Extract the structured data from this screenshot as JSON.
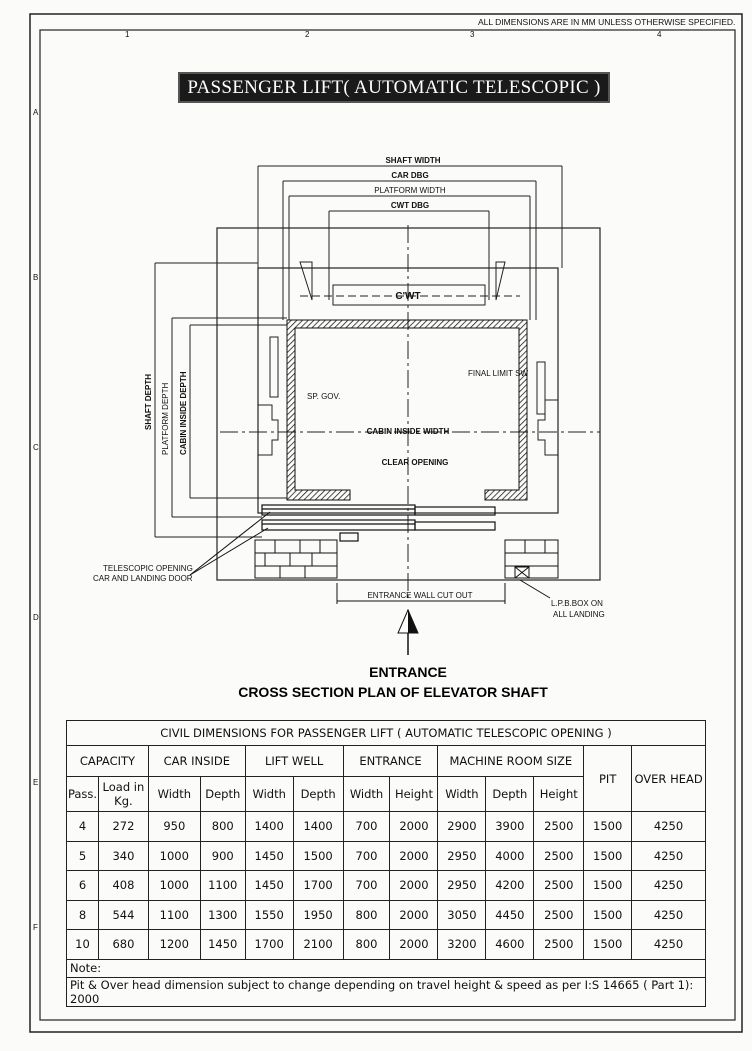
{
  "header_note": "ALL DIMENSIONS ARE IN MM UNLESS OTHERWISE SPECIFIED.",
  "title": "PASSENGER LIFT( AUTOMATIC TELESCOPIC )",
  "grid": {
    "columns": [
      "1",
      "2",
      "3",
      "4"
    ],
    "rows": [
      "A",
      "B",
      "C",
      "D",
      "E",
      "F"
    ]
  },
  "drawing": {
    "shaft_width": "SHAFT WIDTH",
    "car_dbg": "CAR DBG",
    "platform_width": "PLATFORM WIDTH",
    "cwt_dbg": "CWT DBG",
    "cwt": "C'WT",
    "shaft_depth": "SHAFT DEPTH",
    "platform_depth": "PLATFORM DEPTH",
    "cabin_inside_depth": "CABIN INSIDE DEPTH",
    "sp_gov": "SP. GOV.",
    "final_limit_sw": "FINAL LIMIT SW",
    "cabin_inside_width": "CABIN INSIDE WIDTH",
    "clear_opening": "CLEAR OPENING",
    "telescopic_1": "TELESCOPIC OPENING",
    "telescopic_2": "CAR AND LANDING DOOR",
    "entrance_wall_cut_out": "ENTRANCE WALL CUT OUT",
    "lpb_1": "L.P.B.BOX ON",
    "lpb_2": "ALL LANDING",
    "entrance": "ENTRANCE",
    "caption": "CROSS SECTION PLAN OF ELEVATOR SHAFT"
  },
  "table": {
    "title": "CIVIL DIMENSIONS FOR  PASSENGER LIFT ( AUTOMATIC TELESCOPIC OPENING )",
    "groups": {
      "capacity": "CAPACITY",
      "car_inside": "CAR INSIDE",
      "lift_well": "LIFT WELL",
      "entrance": "ENTRANCE",
      "machine_room": "MACHINE ROOM SIZE",
      "pit": "PIT",
      "over_head": "OVER HEAD"
    },
    "sub": {
      "pass": "Pass.",
      "load": "Load in Kg.",
      "width": "Width",
      "depth": "Depth",
      "height": "Height"
    },
    "rows": [
      [
        "4",
        "272",
        "950",
        "800",
        "1400",
        "1400",
        "700",
        "2000",
        "2900",
        "3900",
        "2500",
        "1500",
        "4250"
      ],
      [
        "5",
        "340",
        "1000",
        "900",
        "1450",
        "1500",
        "700",
        "2000",
        "2950",
        "4000",
        "2500",
        "1500",
        "4250"
      ],
      [
        "6",
        "408",
        "1000",
        "1100",
        "1450",
        "1700",
        "700",
        "2000",
        "2950",
        "4200",
        "2500",
        "1500",
        "4250"
      ],
      [
        "8",
        "544",
        "1100",
        "1300",
        "1550",
        "1950",
        "800",
        "2000",
        "3050",
        "4450",
        "2500",
        "1500",
        "4250"
      ],
      [
        "10",
        "680",
        "1200",
        "1450",
        "1700",
        "2100",
        "800",
        "2000",
        "3200",
        "4600",
        "2500",
        "1500",
        "4250"
      ]
    ],
    "note_label": "Note:",
    "note": "Pit & Over head dimension subject to change depending on travel height & speed as per I:S 14665 ( Part 1): 2000"
  }
}
